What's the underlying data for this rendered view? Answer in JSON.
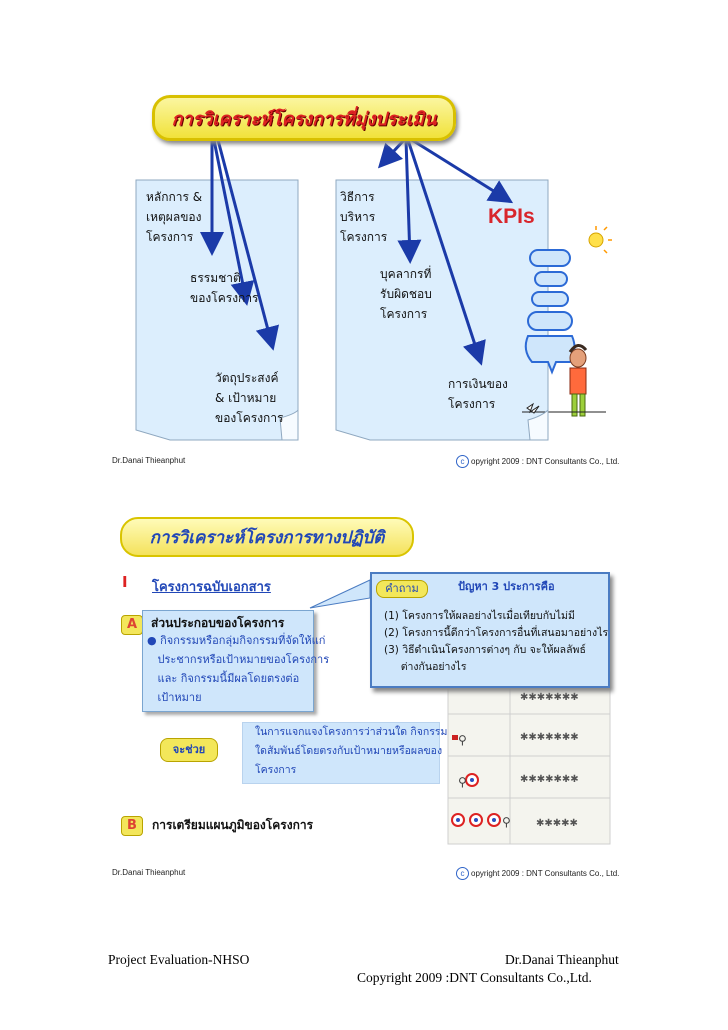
{
  "slide1": {
    "title": "การวิเคราะห์โครงการที่มุ่งประเมิน",
    "left_note": {
      "item1": "หลักการ &\nเหตุผลของ\nโครงการ",
      "item2": "ธรรมชาติ\nของโครงการ",
      "item3": "วัตถุประสงค์\n& เป้าหมาย\nของโครงการ"
    },
    "right_note": {
      "item1": "วิธีการ\nบริหาร\nโครงการ",
      "item2": "บุคลากรที่\nรับผิดชอบ\nโครงการ",
      "item3": "การเงินของ\nโครงการ",
      "kpi": "KPIs"
    },
    "footer_left": "Dr.Danai Thieanphut",
    "footer_right": "opyright 2009 : DNT Consultants Co., Ltd.",
    "copyright_symbol": "c"
  },
  "slide2": {
    "title": "การวิเคราะห์โครงการทางปฏิบัติ",
    "roman": "I",
    "section_heading": "โครงการฉบับเอกสาร",
    "badge_a": "A",
    "a_heading": "ส่วนประกอบของโครงการ",
    "a_bullet": "● กิจกรรมหรือกลุ่มกิจกรรมที่จัดให้แก่\n   ประชากรหรือเป้าหมายของโครงการ\n   และ กิจกรรมนี้มีผลโดยตรงต่อ\n   เป้าหมาย",
    "question_label": "คำถาม",
    "problem_heading": "ปัญหา 3 ประการคือ",
    "problem_items": [
      "(1) โครงการให้ผลอย่างไรเมื่อเทียบกับไม่มี",
      "(2) โครงการนี้ดีกว่าโครงการอื่นที่เสนอมาอย่างไร",
      "(3) วิธีดำเนินโครงการต่างๆ กับ จะให้ผลลัพธ์\n     ต่างกันอย่างไร"
    ],
    "helper_button": "จะช่วย",
    "helper_text": "ในการแจกแจงโครงการว่าส่วนใด กิจกรรม\nใดสัมพันธ์โดยตรงกับเป้าหมายหรือผลของ\nโครงการ",
    "badge_b": "B",
    "b_heading": "การเตรียมแผนภูมิของโครงการ",
    "footer_left": "Dr.Danai Thieanphut",
    "footer_right": "opyright 2009 : DNT Consultants Co., Ltd.",
    "copyright_symbol": "c"
  },
  "page_footer": {
    "left": "Project Evaluation-NHSO",
    "right_line1": "Dr.Danai Thieanphut",
    "right_line2": "Copyright 2009 :DNT Consultants Co.,Ltd."
  },
  "colors": {
    "title_red": "#d22222",
    "title_blue": "#2147b7",
    "kpi_red": "#d8262c",
    "note_blue": "#dfeffd",
    "highlight_yellow": "#f3e65b"
  }
}
